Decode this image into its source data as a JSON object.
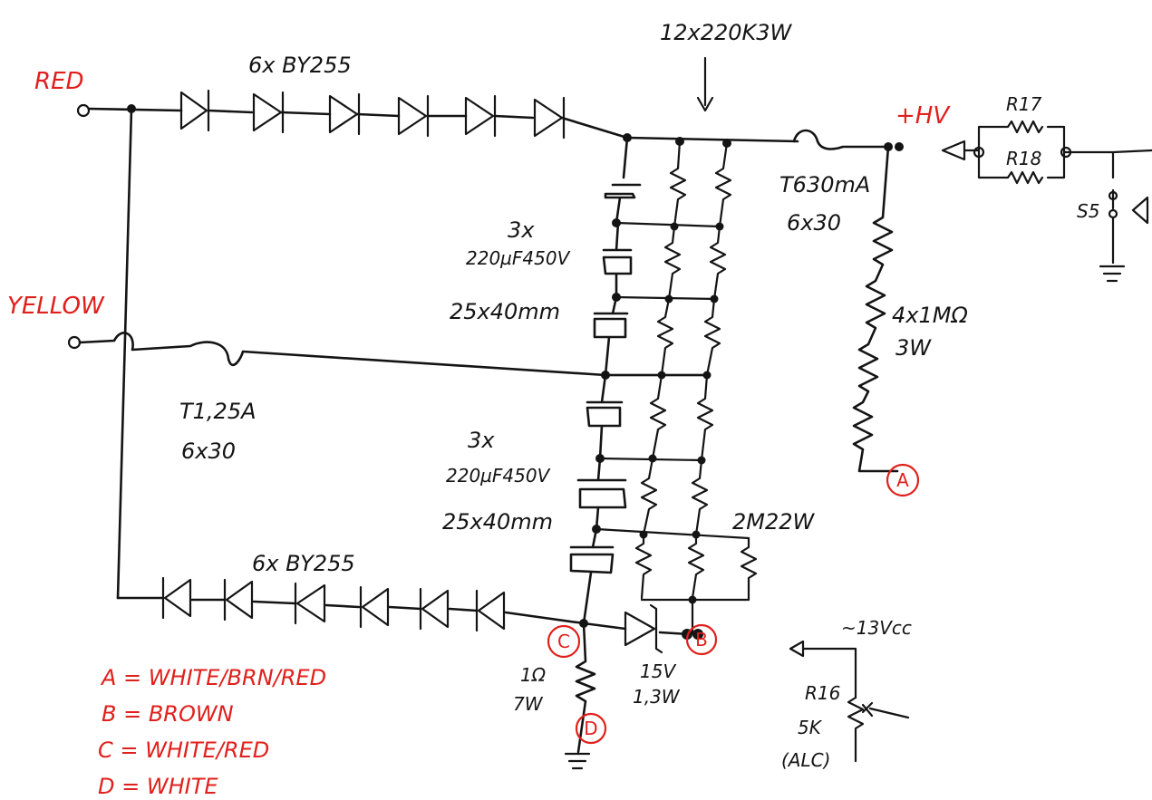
{
  "labels": {
    "red_input": "RED",
    "yellow_input": "YELLOW",
    "diodes_top": "6x BY255",
    "diodes_bottom": "6x BY255",
    "resistor_chain": "12x220K3W",
    "hv_out": "+HV",
    "fuse_hv_rating": "T630mA",
    "fuse_hv_size": "6x30",
    "fuse_main_rating": "T1,25A",
    "fuse_main_size": "6x30",
    "cap_top_count": "3x",
    "cap_top_value": "220µF450V",
    "cap_top_size": "25x40mm",
    "cap_bot_count": "3x",
    "cap_bot_value": "220µF450V",
    "cap_bot_size": "25x40mm",
    "res_2m2": "2M22W",
    "hv_res_value": "4x1MΩ",
    "hv_res_power": "3W",
    "r17": "R17",
    "r18": "R18",
    "s5": "S5",
    "shunt_value": "1Ω",
    "shunt_power": "7W",
    "zener_voltage": "15V",
    "zener_power": "1,3W",
    "supply": "~13Vcc",
    "r16": "R16",
    "r16_value": "5K",
    "r16_function": "(ALC)"
  },
  "nodes": {
    "a": "A",
    "b": "B",
    "c": "C",
    "d": "D"
  },
  "legend": [
    "A = WHITE/BRN/RED",
    "B = BROWN",
    "C = WHITE/RED",
    "D = WHITE"
  ],
  "colors": {
    "ink": "#141414",
    "annotation": "#e0201c"
  }
}
